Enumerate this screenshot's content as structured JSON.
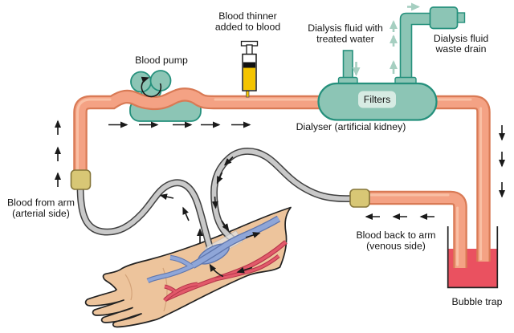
{
  "diagram": {
    "name": "hemodialysis-circuit-diagram",
    "labels": {
      "blood_pump": "Blood pump",
      "blood_thinner": [
        "Blood thinner",
        "added to blood"
      ],
      "dialysis_fluid": [
        "Dialysis fluid with",
        "treated water"
      ],
      "waste_drain": [
        "Dialysis fluid",
        "waste drain"
      ],
      "filters": "Filters",
      "dialyser": "Dialyser (artificial kidney)",
      "blood_from_arm": [
        "Blood from arm",
        "(arterial side)"
      ],
      "blood_back_to_arm": [
        "Blood back to arm",
        "(venous side)"
      ],
      "bubble_trap": "Bubble trap"
    }
  },
  "colors": {
    "tube_stroke": "#d97a55",
    "tube_fill": "#f4a284",
    "tube_highlight": "#fac3a8",
    "teal_fill": "#8cc5b5",
    "teal_stroke": "#25907c",
    "teal_light": "#d7ebe3",
    "teal_arrow": "#a6cfc1",
    "connector_fill": "#d8c775",
    "connector_stroke": "#86763a",
    "grey_tube_fill": "#c9c9c9",
    "grey_tube_stroke": "#404040",
    "blood_liquid": "#ea5160",
    "skin": "#edc49c",
    "outline_dark": "#222222",
    "vein_blue": "#8fa6d8",
    "vein_blue_dark": "#5f76ad",
    "artery_red": "#e2596a",
    "artery_red_dark": "#b5364a",
    "syringe_yellow": "#f4c400",
    "arrow_black": "#1a1a1a",
    "text_color": "#141414"
  }
}
